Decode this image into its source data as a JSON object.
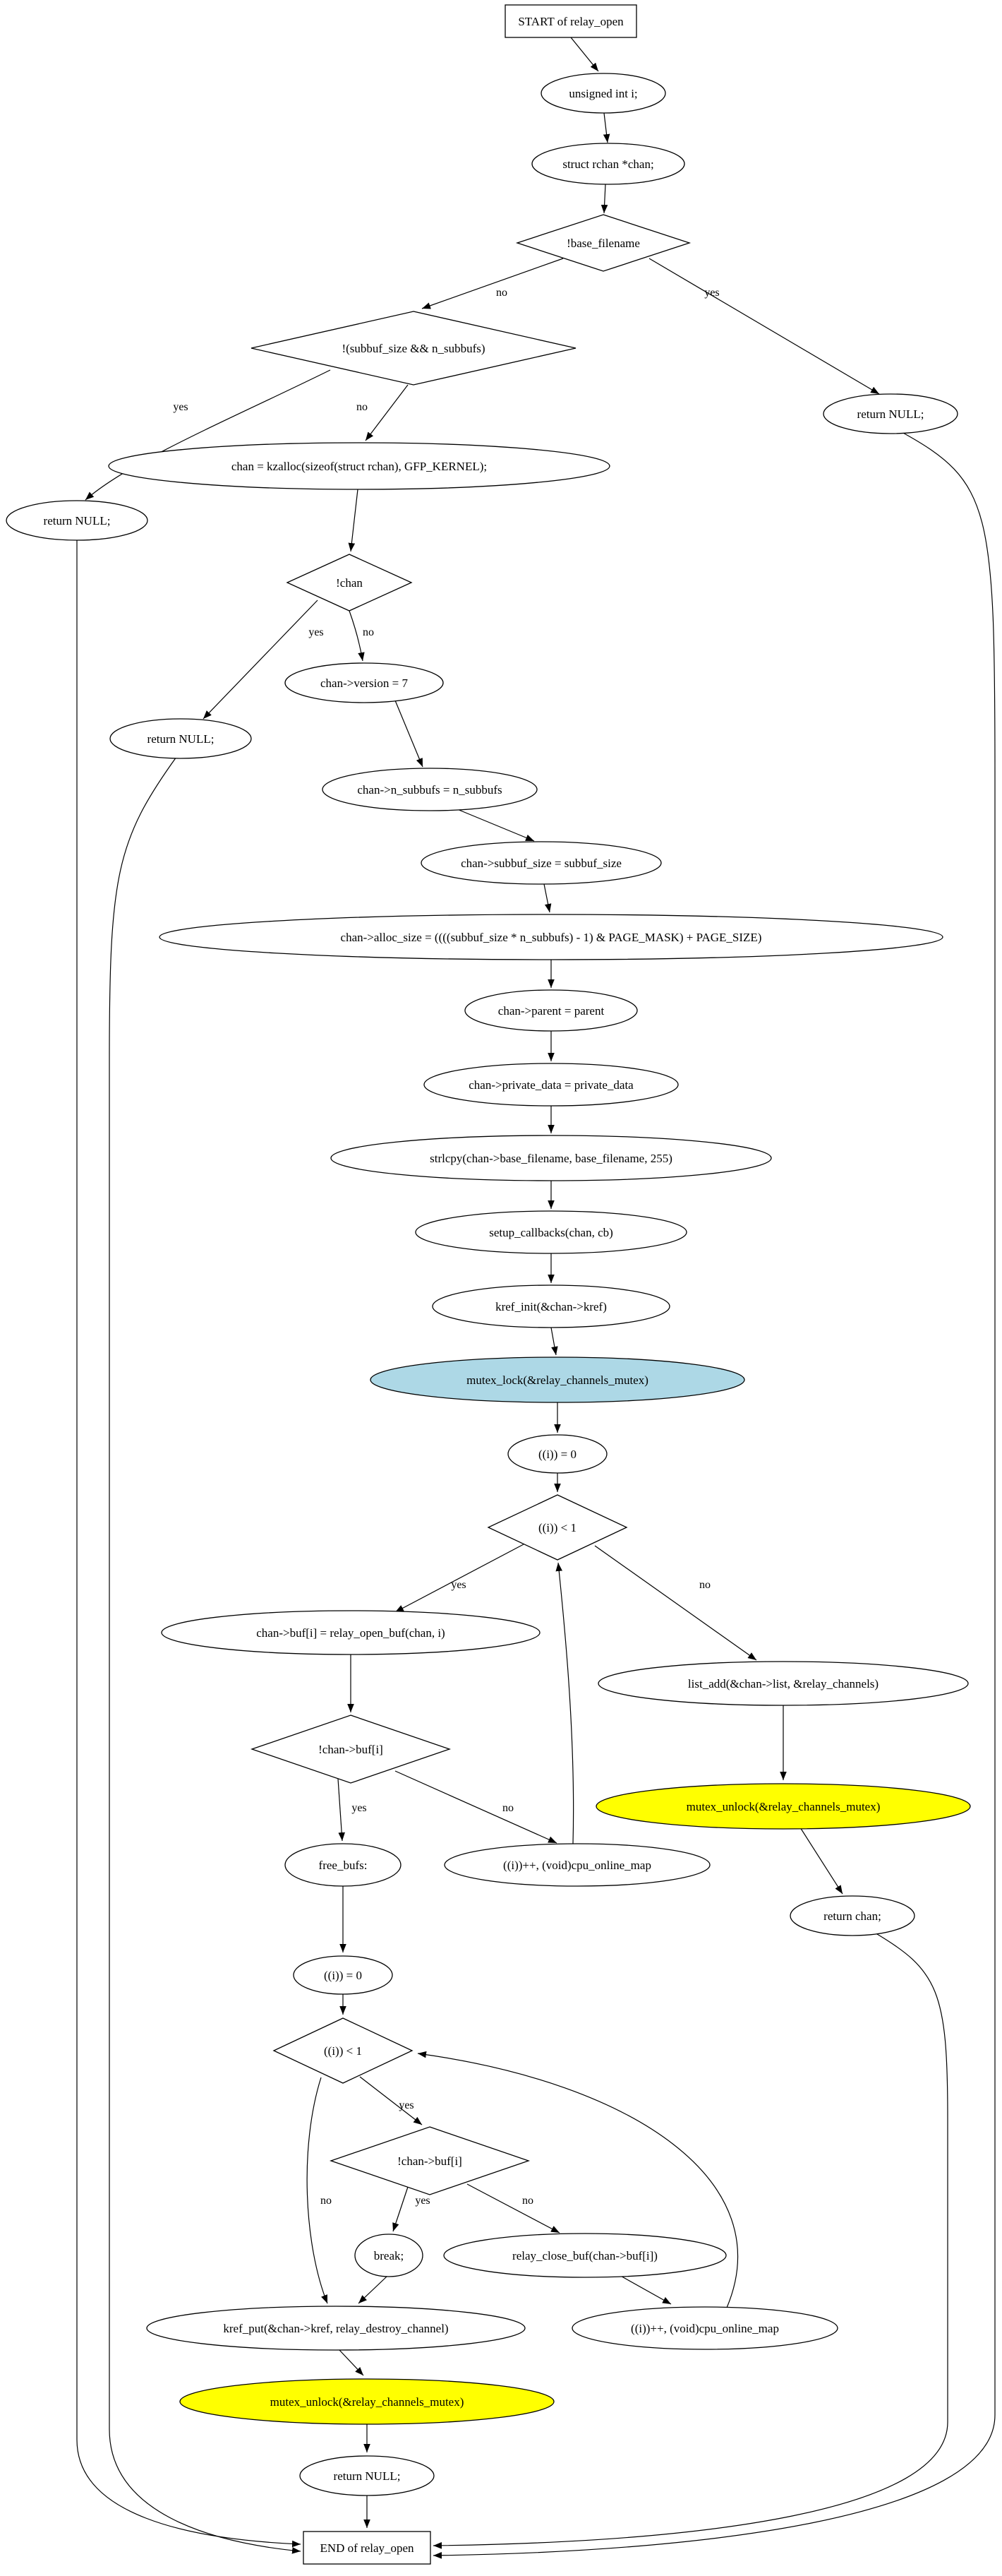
{
  "diagram": {
    "type": "flowchart",
    "function": "relay_open",
    "colors": {
      "mutex_lock_fill": "#ADD8E6",
      "mutex_unlock_fill": "#FFFF00",
      "node_fill": "#FFFFFF",
      "edge_color": "#000000"
    },
    "nodes": {
      "start": "START of relay_open",
      "decl_i": "unsigned int i;",
      "decl_chan": "struct rchan *chan;",
      "cond_base_filename": "!base_filename",
      "return_null_right": "return NULL;",
      "cond_subbuf": "!(subbuf_size && n_subbufs)",
      "kzalloc": "chan = kzalloc(sizeof(struct rchan), GFP_KERNEL);",
      "return_null_left": "return NULL;",
      "cond_chan": "!chan",
      "return_null_chan": "return NULL;",
      "version": "chan->version = 7",
      "n_subbufs": "chan->n_subbufs = n_subbufs",
      "subbuf_size": "chan->subbuf_size = subbuf_size",
      "alloc_size": "chan->alloc_size = ((((subbuf_size * n_subbufs) - 1) & PAGE_MASK) + PAGE_SIZE)",
      "parent": "chan->parent = parent",
      "private_data": "chan->private_data = private_data",
      "strlcpy": "strlcpy(chan->base_filename, base_filename, 255)",
      "setup_callbacks": "setup_callbacks(chan, cb)",
      "kref_init": "kref_init(&chan->kref)",
      "mutex_lock": "mutex_lock(&relay_channels_mutex)",
      "i_zero_a": "((i)) = 0",
      "cond_i_a": "((i)) < 1",
      "open_buf": "chan->buf[i] = relay_open_buf(chan, i)",
      "list_add": "list_add(&chan->list, &relay_channels)",
      "cond_buf_a": "!chan->buf[i]",
      "free_bufs": "free_bufs:",
      "inc_a": "((i))++, (void)cpu_online_map",
      "mutex_unlock_right": "mutex_unlock(&relay_channels_mutex)",
      "return_chan": "return chan;",
      "i_zero_b": "((i)) = 0",
      "cond_i_b": "((i)) < 1",
      "cond_buf_b": "!chan->buf[i]",
      "break_stmt": "break;",
      "close_buf": "relay_close_buf(chan->buf[i])",
      "kref_put": "kref_put(&chan->kref, relay_destroy_channel)",
      "inc_b": "((i))++, (void)cpu_online_map",
      "mutex_unlock_left": "mutex_unlock(&relay_channels_mutex)",
      "return_null_bottom": "return NULL;",
      "end": "END of relay_open"
    },
    "edges": [
      {
        "from": "start",
        "to": "decl_i",
        "label": ""
      },
      {
        "from": "decl_i",
        "to": "decl_chan",
        "label": ""
      },
      {
        "from": "decl_chan",
        "to": "cond_base_filename",
        "label": ""
      },
      {
        "from": "cond_base_filename",
        "to": "cond_subbuf",
        "label": "no"
      },
      {
        "from": "cond_base_filename",
        "to": "return_null_right",
        "label": "yes"
      },
      {
        "from": "cond_subbuf",
        "to": "return_null_left",
        "label": "yes"
      },
      {
        "from": "cond_subbuf",
        "to": "kzalloc",
        "label": "no"
      },
      {
        "from": "kzalloc",
        "to": "cond_chan",
        "label": ""
      },
      {
        "from": "cond_chan",
        "to": "return_null_chan",
        "label": "yes"
      },
      {
        "from": "cond_chan",
        "to": "version",
        "label": "no"
      },
      {
        "from": "version",
        "to": "n_subbufs",
        "label": ""
      },
      {
        "from": "n_subbufs",
        "to": "subbuf_size",
        "label": ""
      },
      {
        "from": "subbuf_size",
        "to": "alloc_size",
        "label": ""
      },
      {
        "from": "alloc_size",
        "to": "parent",
        "label": ""
      },
      {
        "from": "parent",
        "to": "private_data",
        "label": ""
      },
      {
        "from": "private_data",
        "to": "strlcpy",
        "label": ""
      },
      {
        "from": "strlcpy",
        "to": "setup_callbacks",
        "label": ""
      },
      {
        "from": "setup_callbacks",
        "to": "kref_init",
        "label": ""
      },
      {
        "from": "kref_init",
        "to": "mutex_lock",
        "label": ""
      },
      {
        "from": "mutex_lock",
        "to": "i_zero_a",
        "label": ""
      },
      {
        "from": "i_zero_a",
        "to": "cond_i_a",
        "label": ""
      },
      {
        "from": "cond_i_a",
        "to": "open_buf",
        "label": "yes"
      },
      {
        "from": "cond_i_a",
        "to": "list_add",
        "label": "no"
      },
      {
        "from": "open_buf",
        "to": "cond_buf_a",
        "label": ""
      },
      {
        "from": "cond_buf_a",
        "to": "free_bufs",
        "label": "yes"
      },
      {
        "from": "cond_buf_a",
        "to": "inc_a",
        "label": "no"
      },
      {
        "from": "inc_a",
        "to": "cond_i_a",
        "label": ""
      },
      {
        "from": "list_add",
        "to": "mutex_unlock_right",
        "label": ""
      },
      {
        "from": "mutex_unlock_right",
        "to": "return_chan",
        "label": ""
      },
      {
        "from": "return_chan",
        "to": "end",
        "label": ""
      },
      {
        "from": "return_null_right",
        "to": "end",
        "label": ""
      },
      {
        "from": "free_bufs",
        "to": "i_zero_b",
        "label": ""
      },
      {
        "from": "i_zero_b",
        "to": "cond_i_b",
        "label": ""
      },
      {
        "from": "cond_i_b",
        "to": "cond_buf_b",
        "label": "yes"
      },
      {
        "from": "cond_i_b",
        "to": "kref_put",
        "label": "no"
      },
      {
        "from": "cond_buf_b",
        "to": "break_stmt",
        "label": "yes"
      },
      {
        "from": "cond_buf_b",
        "to": "close_buf",
        "label": "no"
      },
      {
        "from": "break_stmt",
        "to": "kref_put",
        "label": ""
      },
      {
        "from": "close_buf",
        "to": "inc_b",
        "label": ""
      },
      {
        "from": "inc_b",
        "to": "cond_i_b",
        "label": ""
      },
      {
        "from": "kref_put",
        "to": "mutex_unlock_left",
        "label": ""
      },
      {
        "from": "mutex_unlock_left",
        "to": "return_null_bottom",
        "label": ""
      },
      {
        "from": "return_null_bottom",
        "to": "end",
        "label": ""
      },
      {
        "from": "return_null_left",
        "to": "end",
        "label": ""
      },
      {
        "from": "return_null_chan",
        "to": "end",
        "label": ""
      }
    ]
  }
}
